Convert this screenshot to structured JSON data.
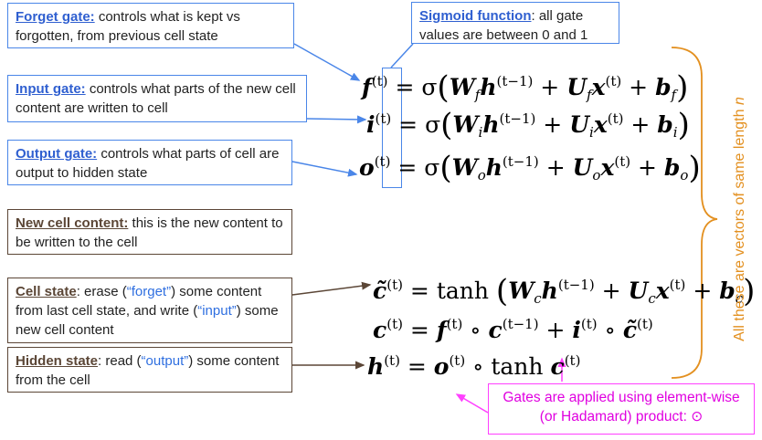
{
  "boxes": {
    "sigmoid": {
      "title": "Sigmoid function",
      "text": ": all gate values are between 0 and 1"
    },
    "forget": {
      "title": "Forget gate:",
      "text": " controls what is kept vs forgotten, from previous cell state"
    },
    "input": {
      "title": "Input gate:",
      "text": " controls what parts of the new cell content are written to cell"
    },
    "output": {
      "title": "Output gate:",
      "text": " controls what parts of cell are output to hidden state"
    },
    "newcell": {
      "title": "New cell content:",
      "text": " this is the new content to be written to the cell"
    },
    "cellstate": {
      "title": "Cell state",
      "t1": ": erase (",
      "q1": "“forget”",
      "t2": ") some content from last cell state, and write (",
      "q2": "“input”",
      "t3": ") some new cell content"
    },
    "hidden": {
      "title": "Hidden state",
      "t1": ": read (",
      "q1": "“output”",
      "t2": ") some content from the cell"
    },
    "hadamard": {
      "text": "Gates are applied using element-wise (or Hadamard) product: ⊙"
    }
  },
  "side_label": {
    "text": "All these are vectors of same length ",
    "n": "n"
  },
  "equations": {
    "sup_t": "(t)",
    "sup_t1": "(t−1)",
    "sigma": "σ",
    "tanh": "tanh",
    "circ": "∘",
    "tilde_c": "c̃"
  },
  "colors": {
    "blue": "#4a86e8",
    "brown": "#5b4636",
    "pink": "#ff40ff",
    "orange": "#e39020"
  }
}
